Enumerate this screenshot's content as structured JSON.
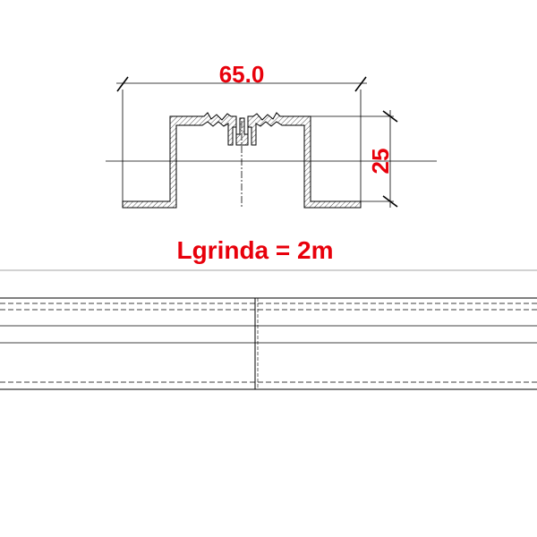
{
  "profile": {
    "width_label": "65.0",
    "height_label": "25"
  },
  "caption": "Lgrinda = 2m",
  "colors": {
    "dimension_text": "#e8000b",
    "line": "#000000",
    "hatch": "#555555",
    "background": "#ffffff"
  }
}
